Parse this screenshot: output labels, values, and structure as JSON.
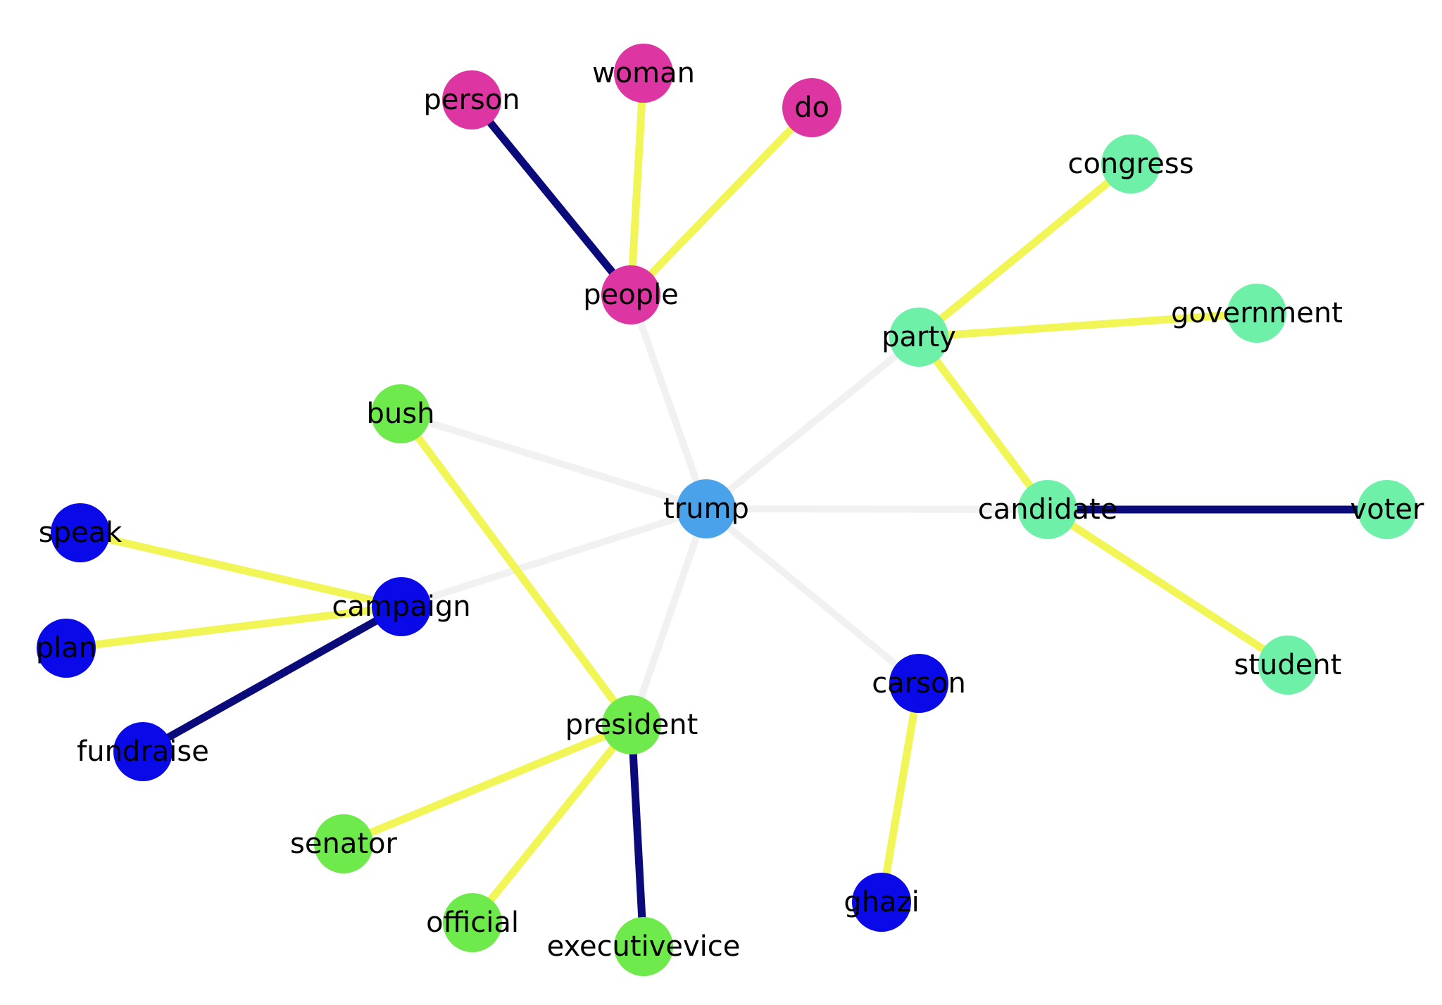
{
  "colors": {
    "background": "#ffffff",
    "hub": "#4aa3ea",
    "people_group": "#dd35a1",
    "party_group": "#6ef0a8",
    "president_group": "#6eea4d",
    "campaign_group": "#0a0ae8",
    "edge_hub": "#f1f1f1",
    "edge_strong": "#0a0a7a",
    "edge_weak": "#f2f556",
    "label": "#000000"
  },
  "nodes": [
    {
      "id": "trump",
      "label": "trump",
      "group": "hub"
    },
    {
      "id": "people",
      "label": "people",
      "group": "people_group"
    },
    {
      "id": "person",
      "label": "person",
      "group": "people_group"
    },
    {
      "id": "woman",
      "label": "woman",
      "group": "people_group"
    },
    {
      "id": "do",
      "label": "do",
      "group": "people_group"
    },
    {
      "id": "party",
      "label": "party",
      "group": "party_group"
    },
    {
      "id": "congress",
      "label": "congress",
      "group": "party_group"
    },
    {
      "id": "government",
      "label": "government",
      "group": "party_group"
    },
    {
      "id": "candidate",
      "label": "candidate",
      "group": "party_group"
    },
    {
      "id": "voter",
      "label": "voter",
      "group": "party_group"
    },
    {
      "id": "student",
      "label": "student",
      "group": "party_group"
    },
    {
      "id": "bush",
      "label": "bush",
      "group": "president_group"
    },
    {
      "id": "president",
      "label": "president",
      "group": "president_group"
    },
    {
      "id": "senator",
      "label": "senator",
      "group": "president_group"
    },
    {
      "id": "official",
      "label": "official",
      "group": "president_group"
    },
    {
      "id": "executivevice",
      "label": "executivevice",
      "group": "president_group"
    },
    {
      "id": "campaign",
      "label": "campaign",
      "group": "campaign_group"
    },
    {
      "id": "speak",
      "label": "speak",
      "group": "campaign_group"
    },
    {
      "id": "plan",
      "label": "plan",
      "group": "campaign_group"
    },
    {
      "id": "fundraise",
      "label": "fundraise",
      "group": "campaign_group"
    },
    {
      "id": "carson",
      "label": "carson",
      "group": "campaign_group"
    },
    {
      "id": "ghazi",
      "label": "ghazi",
      "group": "campaign_group"
    }
  ],
  "edges": [
    {
      "source": "trump",
      "target": "people",
      "type": "edge_hub"
    },
    {
      "source": "trump",
      "target": "party",
      "type": "edge_hub"
    },
    {
      "source": "trump",
      "target": "candidate",
      "type": "edge_hub"
    },
    {
      "source": "trump",
      "target": "carson",
      "type": "edge_hub"
    },
    {
      "source": "trump",
      "target": "president",
      "type": "edge_hub"
    },
    {
      "source": "trump",
      "target": "campaign",
      "type": "edge_hub"
    },
    {
      "source": "trump",
      "target": "bush",
      "type": "edge_hub"
    },
    {
      "source": "people",
      "target": "person",
      "type": "edge_strong"
    },
    {
      "source": "people",
      "target": "woman",
      "type": "edge_weak"
    },
    {
      "source": "people",
      "target": "do",
      "type": "edge_weak"
    },
    {
      "source": "party",
      "target": "congress",
      "type": "edge_weak"
    },
    {
      "source": "party",
      "target": "government",
      "type": "edge_weak"
    },
    {
      "source": "party",
      "target": "candidate",
      "type": "edge_weak"
    },
    {
      "source": "candidate",
      "target": "voter",
      "type": "edge_strong"
    },
    {
      "source": "candidate",
      "target": "student",
      "type": "edge_weak"
    },
    {
      "source": "bush",
      "target": "president",
      "type": "edge_weak"
    },
    {
      "source": "president",
      "target": "senator",
      "type": "edge_weak"
    },
    {
      "source": "president",
      "target": "official",
      "type": "edge_weak"
    },
    {
      "source": "president",
      "target": "executivevice",
      "type": "edge_strong"
    },
    {
      "source": "campaign",
      "target": "speak",
      "type": "edge_weak"
    },
    {
      "source": "campaign",
      "target": "plan",
      "type": "edge_weak"
    },
    {
      "source": "campaign",
      "target": "fundraise",
      "type": "edge_strong"
    },
    {
      "source": "carson",
      "target": "ghazi",
      "type": "edge_weak"
    }
  ]
}
